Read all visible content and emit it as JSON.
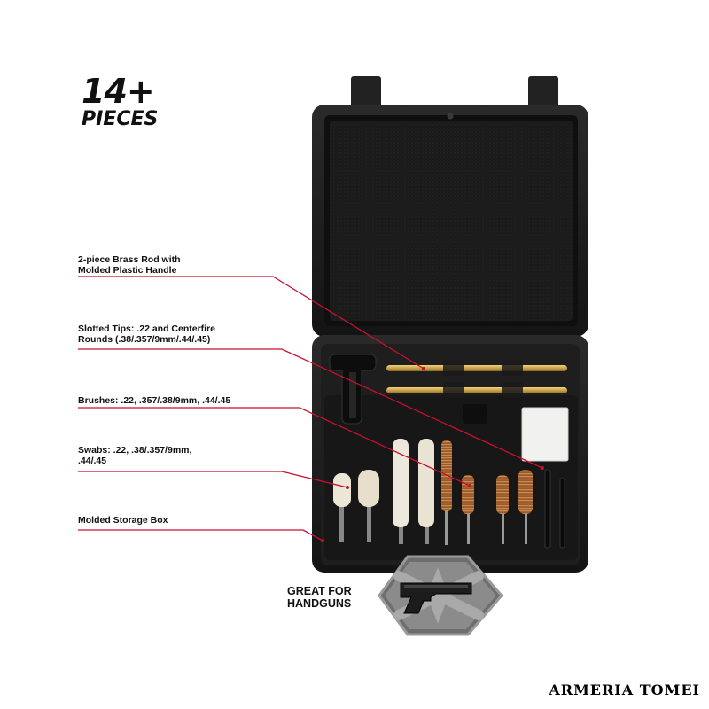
{
  "headline": {
    "line1": "14+",
    "line2": "PIECES"
  },
  "callouts": [
    {
      "line1": "2-piece Brass Rod with",
      "line2": "Molded Plastic Handle"
    },
    {
      "line1": "Slotted Tips:  .22 and Centerfire",
      "line2": "Rounds (.38/.357/9mm/.44/.45)"
    },
    {
      "line1": "Brushes:  .22, .357/.38/9mm, .44/.45",
      "line2": ""
    },
    {
      "line1": "Swabs:  .22, .38/.357/9mm,",
      "line2": ".44/.45"
    },
    {
      "line1": "Molded Storage Box",
      "line2": ""
    }
  ],
  "badge": {
    "line1": "GREAT FOR",
    "line2": "HANDGUNS"
  },
  "watermark": "ARMERIA TOMEI",
  "colors": {
    "leader": "#c8102e",
    "case": "#1b1b1b",
    "brass": "#c9a24a",
    "bronze": "#9a5b2c",
    "cotton": "#ece6d6"
  },
  "icons": [
    "handgun-icon",
    "hexagon-badge-icon"
  ]
}
